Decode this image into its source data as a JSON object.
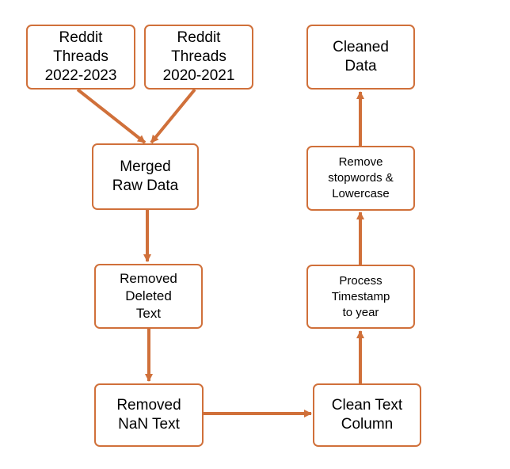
{
  "diagram": {
    "accent_color": "#D0703A",
    "nodes": [
      {
        "id": "reddit_2022",
        "label": "Reddit\nThreads\n2022-2023"
      },
      {
        "id": "reddit_2020",
        "label": "Reddit\nThreads\n2020-2021"
      },
      {
        "id": "merged",
        "label": "Merged\nRaw Data"
      },
      {
        "id": "removed_deleted",
        "label": "Removed\nDeleted\nText"
      },
      {
        "id": "removed_nan",
        "label": "Removed\nNaN Text"
      },
      {
        "id": "clean_text",
        "label": "Clean Text\nColumn"
      },
      {
        "id": "process_timestamp",
        "label": "Process\nTimestamp\nto year"
      },
      {
        "id": "remove_stopwords",
        "label": "Remove\nstopwords &\nLowercase"
      },
      {
        "id": "cleaned_data",
        "label": "Cleaned\nData"
      }
    ],
    "edges": [
      {
        "from": "reddit_2022",
        "to": "merged"
      },
      {
        "from": "reddit_2020",
        "to": "merged"
      },
      {
        "from": "merged",
        "to": "removed_deleted"
      },
      {
        "from": "removed_deleted",
        "to": "removed_nan"
      },
      {
        "from": "removed_nan",
        "to": "clean_text"
      },
      {
        "from": "clean_text",
        "to": "process_timestamp"
      },
      {
        "from": "process_timestamp",
        "to": "remove_stopwords"
      },
      {
        "from": "remove_stopwords",
        "to": "cleaned_data"
      }
    ]
  }
}
